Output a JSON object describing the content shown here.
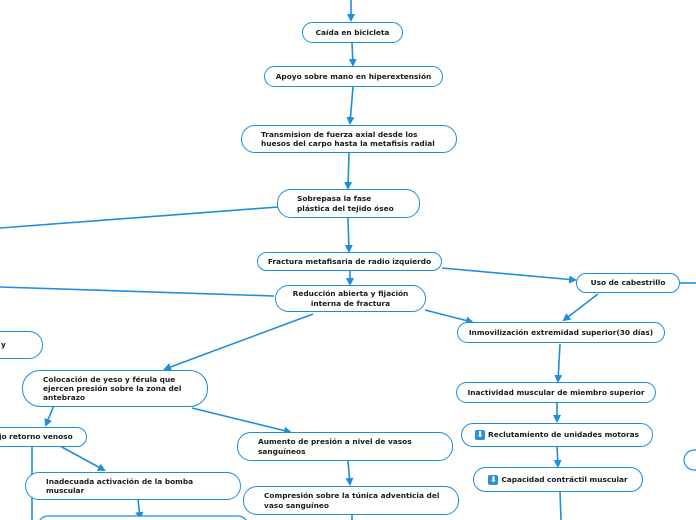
{
  "nodes": {
    "caida": "Caída en bicicleta",
    "apoyo": "Apoyo sobre mano en hiperextensión",
    "transmision": "Transmision de fuerza axial desde los huesos del carpo hasta la metafisis radial",
    "sobrepasa": "Sobrepasa la fase plástica del tejido óseo",
    "fractura": "Fractura metafisaria de radio izquierdo",
    "reduccion": "Reducción abierta y fijación interna de fractura",
    "cabestrillo": "Uso de cabestrillo",
    "inmovilizacion": "Inmovilización extremidad superior(30 días)",
    "inactividad": "Inactividad muscular de miembro superior",
    "reclutamiento": "Reclutamiento de unidades motoras",
    "capacidad": "Capacidad contráctil muscular",
    "colocacion": "Colocación de yeso y férula que ejercen presión sobre la zona del antebrazo",
    "retorno": "jo retorno venoso",
    "aumento": "Aumento de presión a nivel de vasos sanguíneos",
    "inadecuada": "Inadecuada activación de la bomba muscular",
    "compresion": "Compresión sobre la túnica adventicia del vaso sanguíneo",
    "partial_left": "y"
  },
  "icons": {
    "reclutamiento": "arrow-down-icon",
    "capacidad": "arrow-down-icon"
  },
  "colors": {
    "accent": "#1d8ed8",
    "icon_bg": "#2b8fe0"
  }
}
